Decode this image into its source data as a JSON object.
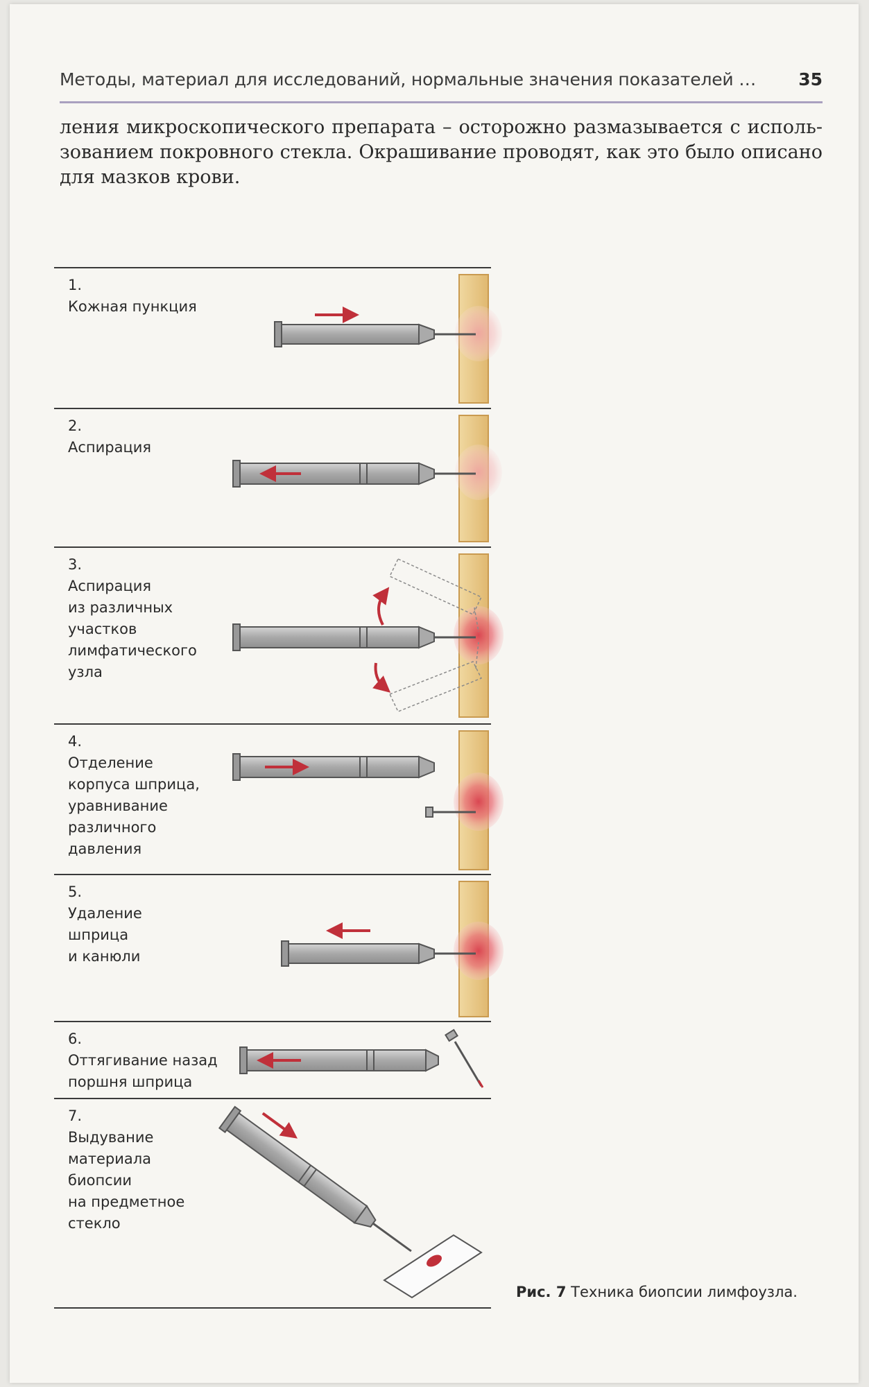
{
  "header": {
    "title": "Методы, материал для исследований, нормальные значения показателей …",
    "page_number": "35"
  },
  "body_lines": [
    "ления микроскопического препарата – осторожно размазывается с исполь-",
    "зованием покровного стекла. Окрашивание проводят, как это было описано",
    "для мазков крови."
  ],
  "figure": {
    "steps": [
      {
        "number": "1.",
        "lines": [
          "Кожная пункция"
        ]
      },
      {
        "number": "2.",
        "lines": [
          "Аспирация"
        ]
      },
      {
        "number": "3.",
        "lines": [
          "Аспирация",
          "из различных",
          "участков",
          "лимфатического",
          "узла"
        ]
      },
      {
        "number": "4.",
        "lines": [
          "Отделение",
          "корпуса шприца,",
          "уравнивание",
          "различного",
          "давления"
        ]
      },
      {
        "number": "5.",
        "lines": [
          "Удаление",
          "шприца",
          "и канюли"
        ]
      },
      {
        "number": "6.",
        "lines": [
          "Оттягивание назад",
          "поршня шприца"
        ]
      },
      {
        "number": "7.",
        "lines": [
          "Выдувание",
          "материала",
          "биопсии",
          "на предметное",
          "стекло"
        ]
      }
    ],
    "caption_prefix": "Рис. 7",
    "caption_text": "Техника биопсии лимфоузла."
  },
  "colors": {
    "skin": "#e8c98a",
    "skin_edge": "#c99a50",
    "node": "#e07a80",
    "syringe_body": "#b8b8b8",
    "syringe_edge": "#555555",
    "arrow": "#c0303a",
    "rule": "#3a3a3a",
    "header_rule": "#a9a0bf"
  }
}
